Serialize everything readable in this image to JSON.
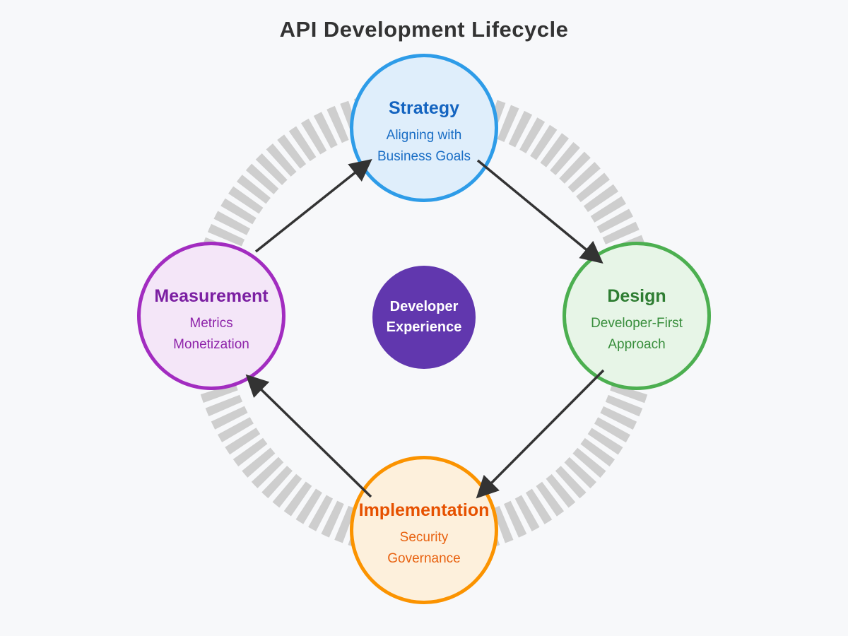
{
  "title": "API Development Lifecycle",
  "colors": {
    "background": "#f7f8fa",
    "title_text": "#333333",
    "ring": "#cecece",
    "arrow": "#333333"
  },
  "center": {
    "line1": "Developer",
    "line2": "Experience",
    "fill": "#6137ae",
    "text_color": "#ffffff"
  },
  "nodes": [
    {
      "id": "strategy",
      "title": "Strategy",
      "line1": "Aligning with",
      "line2": "Business Goals",
      "border": "#2e9ce8",
      "fill": "#dfeefb",
      "title_color": "#1464c0",
      "text_color": "#1a6ec5"
    },
    {
      "id": "design",
      "title": "Design",
      "line1": "Developer-First",
      "line2": "Approach",
      "border": "#4caf50",
      "fill": "#e7f5e7",
      "title_color": "#2e7d32",
      "text_color": "#388e3c"
    },
    {
      "id": "implementation",
      "title": "Implementation",
      "line1": "Security",
      "line2": "Governance",
      "border": "#fb9300",
      "fill": "#fdf0dc",
      "title_color": "#e65100",
      "text_color": "#e8610f"
    },
    {
      "id": "measurement",
      "title": "Measurement",
      "line1": "Metrics",
      "line2": "Monetization",
      "border": "#a22cc0",
      "fill": "#f4e6f8",
      "title_color": "#7b1fa2",
      "text_color": "#8e24aa"
    }
  ],
  "flow": [
    {
      "from": "Measurement",
      "to": "Strategy"
    },
    {
      "from": "Strategy",
      "to": "Design"
    },
    {
      "from": "Design",
      "to": "Implementation"
    },
    {
      "from": "Implementation",
      "to": "Measurement"
    }
  ]
}
